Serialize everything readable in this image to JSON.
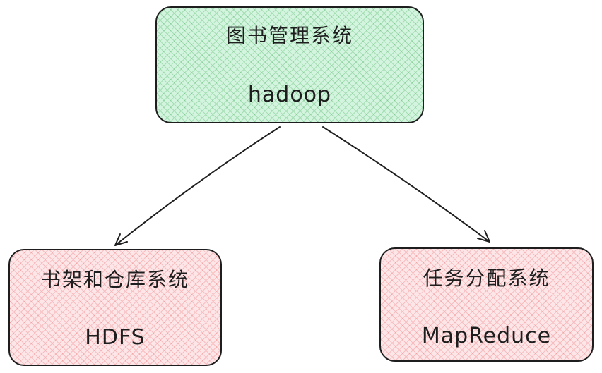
{
  "diagram": {
    "root": {
      "title": "图书管理系统",
      "subtitle": "hadoop"
    },
    "children": [
      {
        "title": "书架和仓库系统",
        "subtitle": "HDFS"
      },
      {
        "title": "任务分配系统",
        "subtitle": "MapReduce"
      }
    ],
    "colors": {
      "stroke": "#1e1e1e",
      "root_fill": "#d3f5df",
      "child_fill": "#fde6e8"
    }
  }
}
